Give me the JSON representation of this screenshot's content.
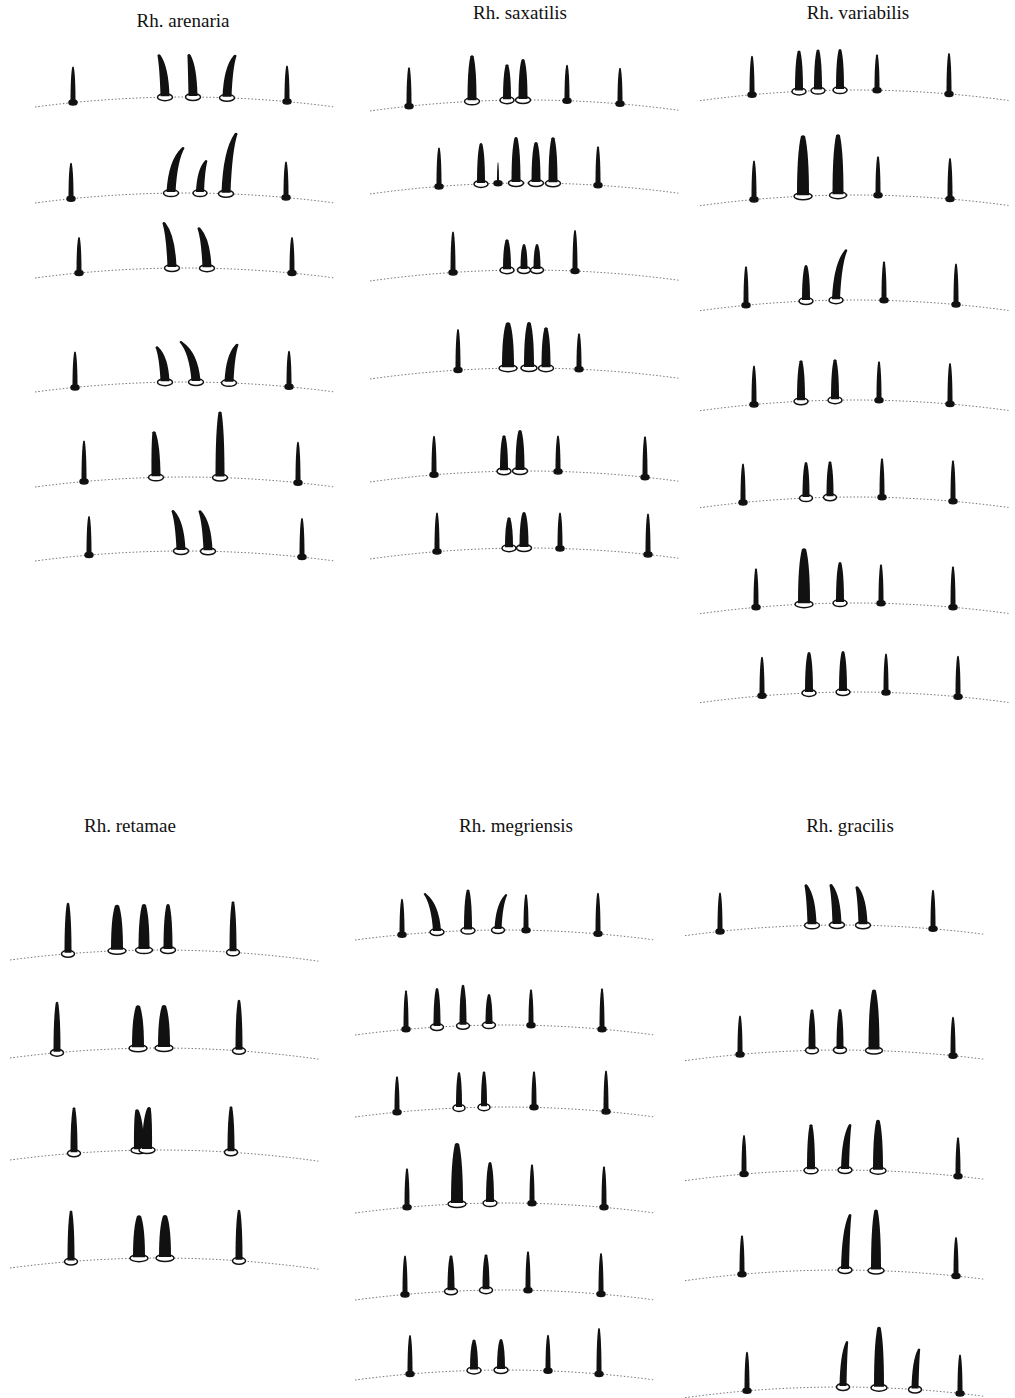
{
  "diagram": {
    "labels": [
      "Rh. arenaria",
      "Rh. saxatilis",
      "Rh. variabilis",
      "Rh. retamae",
      "Rh. megriensis",
      "Rh. gracilis"
    ]
  }
}
